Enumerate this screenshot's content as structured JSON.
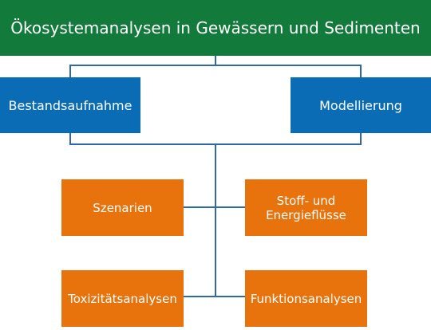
{
  "title": "Ökosystemanalysen in Gewässern und Sedimenten",
  "nodes": {
    "bestandsaufnahme": "Bestandsaufnahme",
    "modellierung": "Modellierung",
    "szenarien": "Szenarien",
    "stoff_energie": "Stoff- und\nEnergieflüsse",
    "toxizitaet": "Toxizitätsanalysen",
    "funktion": "Funktionsanalysen"
  },
  "colors": {
    "title_bg": "#127a3b",
    "blue": "#0a6cb5",
    "orange": "#e8720c",
    "line": "#2f6aa6"
  }
}
